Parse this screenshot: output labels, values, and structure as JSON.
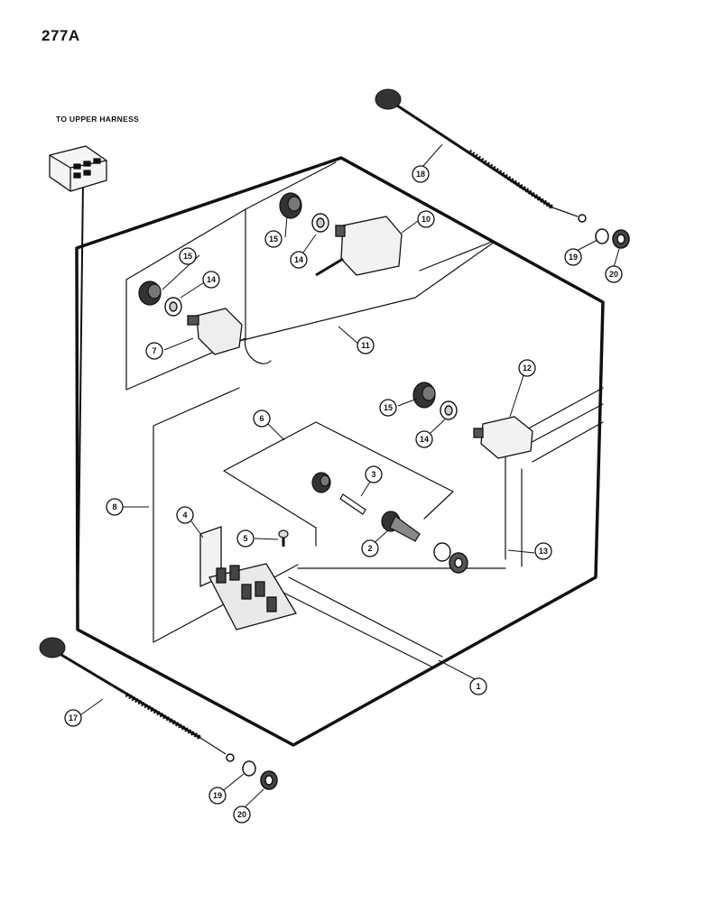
{
  "page_number": "277A",
  "connector_label": "TO UPPER HARNESS",
  "callouts": [
    "1",
    "2",
    "3",
    "4",
    "5",
    "6",
    "7",
    "8",
    "10",
    "11",
    "12",
    "13",
    "14",
    "14",
    "14",
    "15",
    "15",
    "15",
    "17",
    "18",
    "19",
    "19",
    "20",
    "20"
  ]
}
